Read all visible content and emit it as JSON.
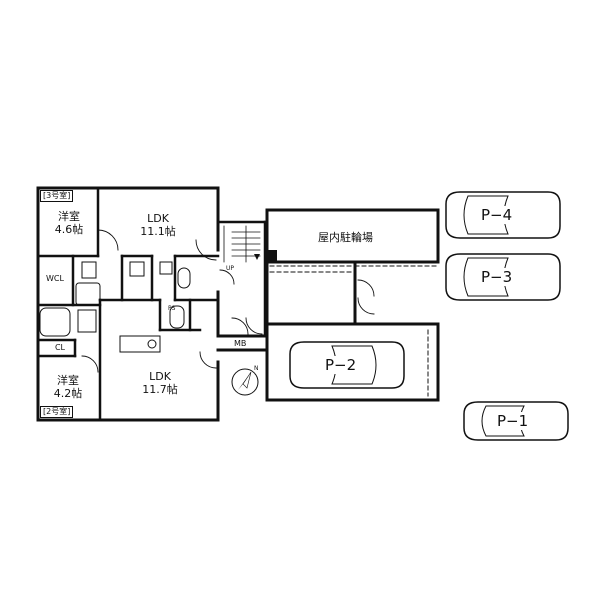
{
  "rooms": {
    "unit3_tag": "[3号室]",
    "unit2_tag": "[2号室]",
    "western3_name": "洋室",
    "western3_size": "4.6帖",
    "ldk_upper_name": "LDK",
    "ldk_upper_size": "11.1帖",
    "western2_name": "洋室",
    "western2_size": "4.2帖",
    "ldk_lower_name": "LDK",
    "ldk_lower_size": "11.7帖",
    "wcl": "WCL",
    "cl": "CL",
    "ps": "PS",
    "mb": "MB",
    "up": "UP",
    "bike_parking": "屋内駐輪場"
  },
  "parking": {
    "p1": "P−1",
    "p2": "P−2",
    "p3": "P−3",
    "p4": "P−4"
  },
  "compass": {
    "north": "N"
  }
}
